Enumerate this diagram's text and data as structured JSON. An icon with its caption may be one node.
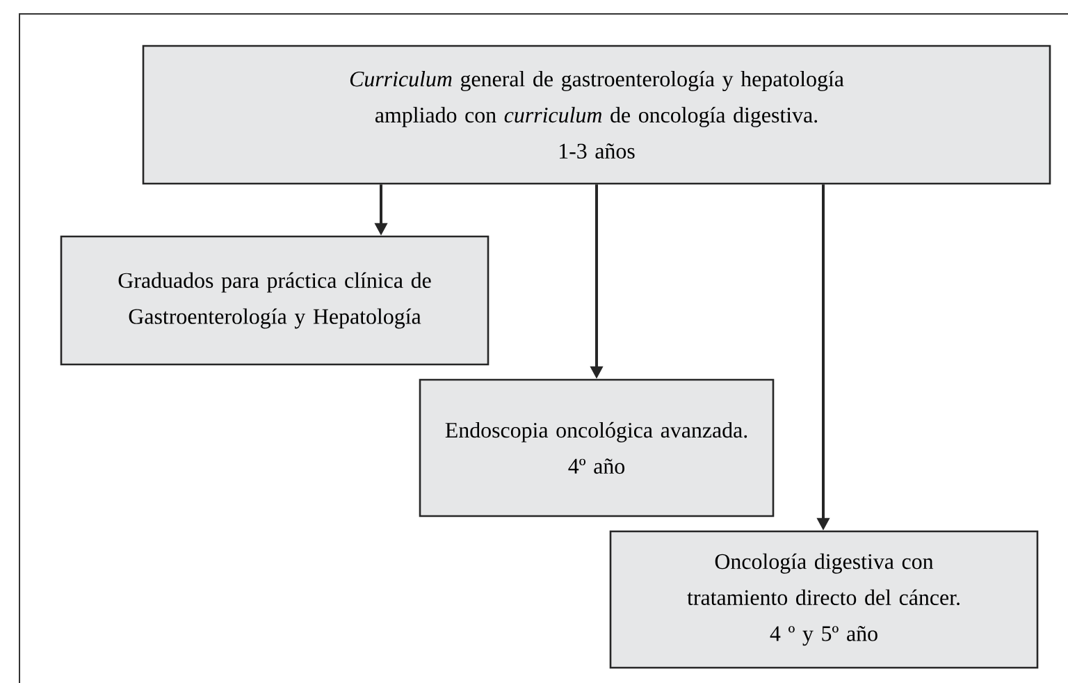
{
  "diagram": {
    "nodes": [
      {
        "text": [
          "*Curriculum* general de gastroenterología y hepatología ampliado con *curriculum* de oncología digestiva.",
          "1-3 años"
        ]
      },
      {
        "text": [
          "Graduados para práctica clínica de Gastroenterología y Hepatología"
        ]
      },
      {
        "text": [
          "Endoscopia oncológica avanzada.",
          "4º año"
        ]
      },
      {
        "text": [
          "Oncología digestiva con tratamiento directo del cáncer.",
          "4 º y 5º año"
        ]
      }
    ],
    "edges": [
      {
        "from": 0,
        "to": 1,
        "arrow": "to"
      },
      {
        "from": 0,
        "to": 2,
        "arrow": "to"
      },
      {
        "from": 0,
        "to": 3,
        "arrow": "to"
      }
    ]
  }
}
